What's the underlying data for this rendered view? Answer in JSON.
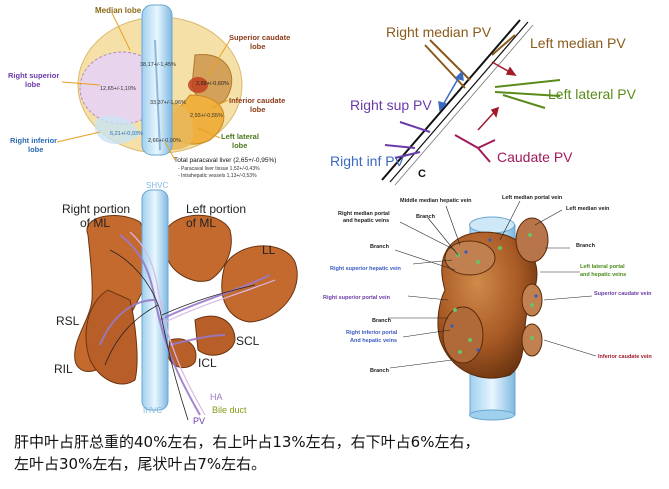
{
  "panel_tl": {
    "median_lobe": "Median lobe",
    "superior_caudate_lobe_l1": "Superior caudate",
    "superior_caudate_lobe_l2": "lobe",
    "right_superior_lobe_l1": "Right superior",
    "right_superior_lobe_l2": "lobe",
    "inferior_caudate_lobe_l1": "Inferior caudate",
    "inferior_caudate_lobe_l2": "lobe",
    "right_inferior_lobe_l1": "Right inferior",
    "right_inferior_lobe_l2": "lobe",
    "left_lateral_lobe_l1": "Left lateral",
    "left_lateral_lobe_l2": "lobe",
    "val_median": "38,17+/-1,45%",
    "val_right_superior": "12,65+/-1,10%",
    "val_superior_caudate": "2,89+/-0,60%",
    "val_left_lateral": "33,37+/-1,96%",
    "val_inferior_caudate": "2,93+/-0,55%",
    "val_right_inferior": "6,21+/-0,93%",
    "val_paracaval": "2,66+/-0,90%",
    "total_l1": "Total paracaval liver (2,65+/-0,95%)",
    "total_l2": "- Paracaval liver tissue 1,52+/-0,43%",
    "total_l3": "- Intrahepatic vessels 1,13+/-0,53%"
  },
  "panel_tr": {
    "right_median_pv": "Right median  PV",
    "left_median_pv": "Left median PV",
    "left_lateral_pv": "Left lateral PV",
    "right_sup_pv": "Right sup PV",
    "right_inf_pv": "Right inf  PV",
    "caudate_pv": "Caudate PV",
    "c_label": "C",
    "colors": {
      "median": "#8a5a1a",
      "lateral": "#5a8a1a",
      "sup": "#6a3aa8",
      "caudate": "#a01a5a"
    }
  },
  "panel_bl": {
    "shvc": "SHVC",
    "right_ml_l1": "Right portion",
    "right_ml_l2": "of ML",
    "left_ml_l1": "Left portion",
    "left_ml_l2": "of ML",
    "ll": "LL",
    "rsl": "RSL",
    "scl": "SCL",
    "icl": "ICL",
    "ril": "RIL",
    "ihvc": "IHVC",
    "ha": "HA",
    "bile_duct": "Bile duct",
    "pv": "PV"
  },
  "panel_br": {
    "middle_median_hv": "Middle median hepatic vein",
    "left_median_portal_vein": "Left median portal vein",
    "left_median_vein": "Left  median vein",
    "right_median_portal_l1": "Right median portal",
    "right_median_portal_l2": "and hepatic veins",
    "branch_1": "Branch",
    "branch_2": "Branch",
    "branch_3": "Branch",
    "branch_4": "Branch",
    "branch_5": "Branch",
    "right_superior_hv": "Right superior hepatic vein",
    "left_lateral_portal_l1": "Left  lateral portal",
    "left_lateral_portal_l2": "and hepatic veins",
    "right_superior_pv": "Right superior portal vein",
    "superior_caudate_vein": "Superior caudate vein",
    "right_inferior_portal_l1": "Right inferior portal",
    "right_inferior_portal_l2": "And hepatic veins",
    "inferior_caudate_vein": "Inferior caudate vein"
  },
  "caption": {
    "line1": "肝中叶占肝总重的40%左右，右上叶占13%左右，右下叶占6%左右，",
    "line2": "左叶占30%左右，尾状叶占7%左右。"
  }
}
